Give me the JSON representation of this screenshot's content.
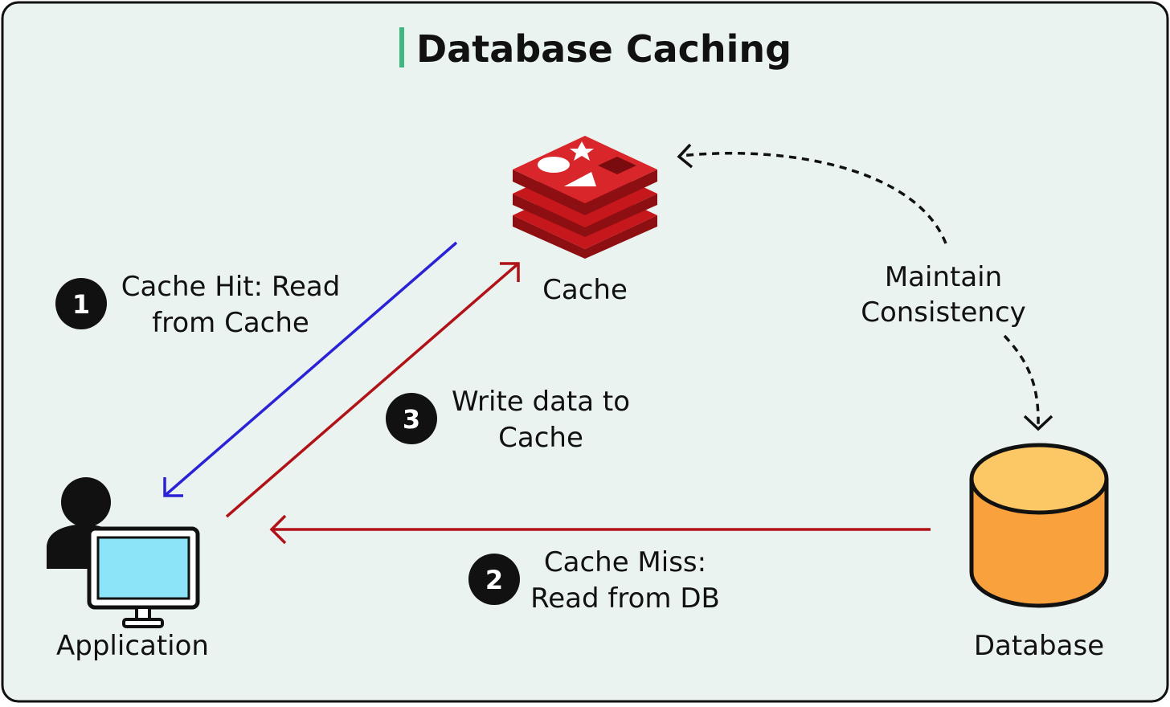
{
  "title": "Database Caching",
  "colors": {
    "background": "#eaf3ef",
    "border": "#111111",
    "title_accent": "#3fb87f",
    "cache_red": "#c6171c",
    "cache_red_dark": "#8e0f12",
    "read_arrow_blue": "#2a22d6",
    "write_arrow_red": "#b01218",
    "database_orange": "#f9a23d",
    "database_top": "#fcc866",
    "monitor_screen": "#8be4f7"
  },
  "nodes": {
    "cache": {
      "label": "Cache",
      "icon": "redis-cache-icon"
    },
    "application": {
      "label": "Application",
      "icon": "user-computer-icon"
    },
    "database": {
      "label": "Database",
      "icon": "database-cylinder-icon"
    }
  },
  "steps": [
    {
      "number": "1",
      "line1": "Cache Hit: Read",
      "line2": "from Cache"
    },
    {
      "number": "2",
      "line1": "Cache Miss:",
      "line2": "Read from DB"
    },
    {
      "number": "3",
      "line1": "Write data to",
      "line2": "Cache"
    }
  ],
  "consistency": {
    "line1": "Maintain",
    "line2": "Consistency"
  }
}
